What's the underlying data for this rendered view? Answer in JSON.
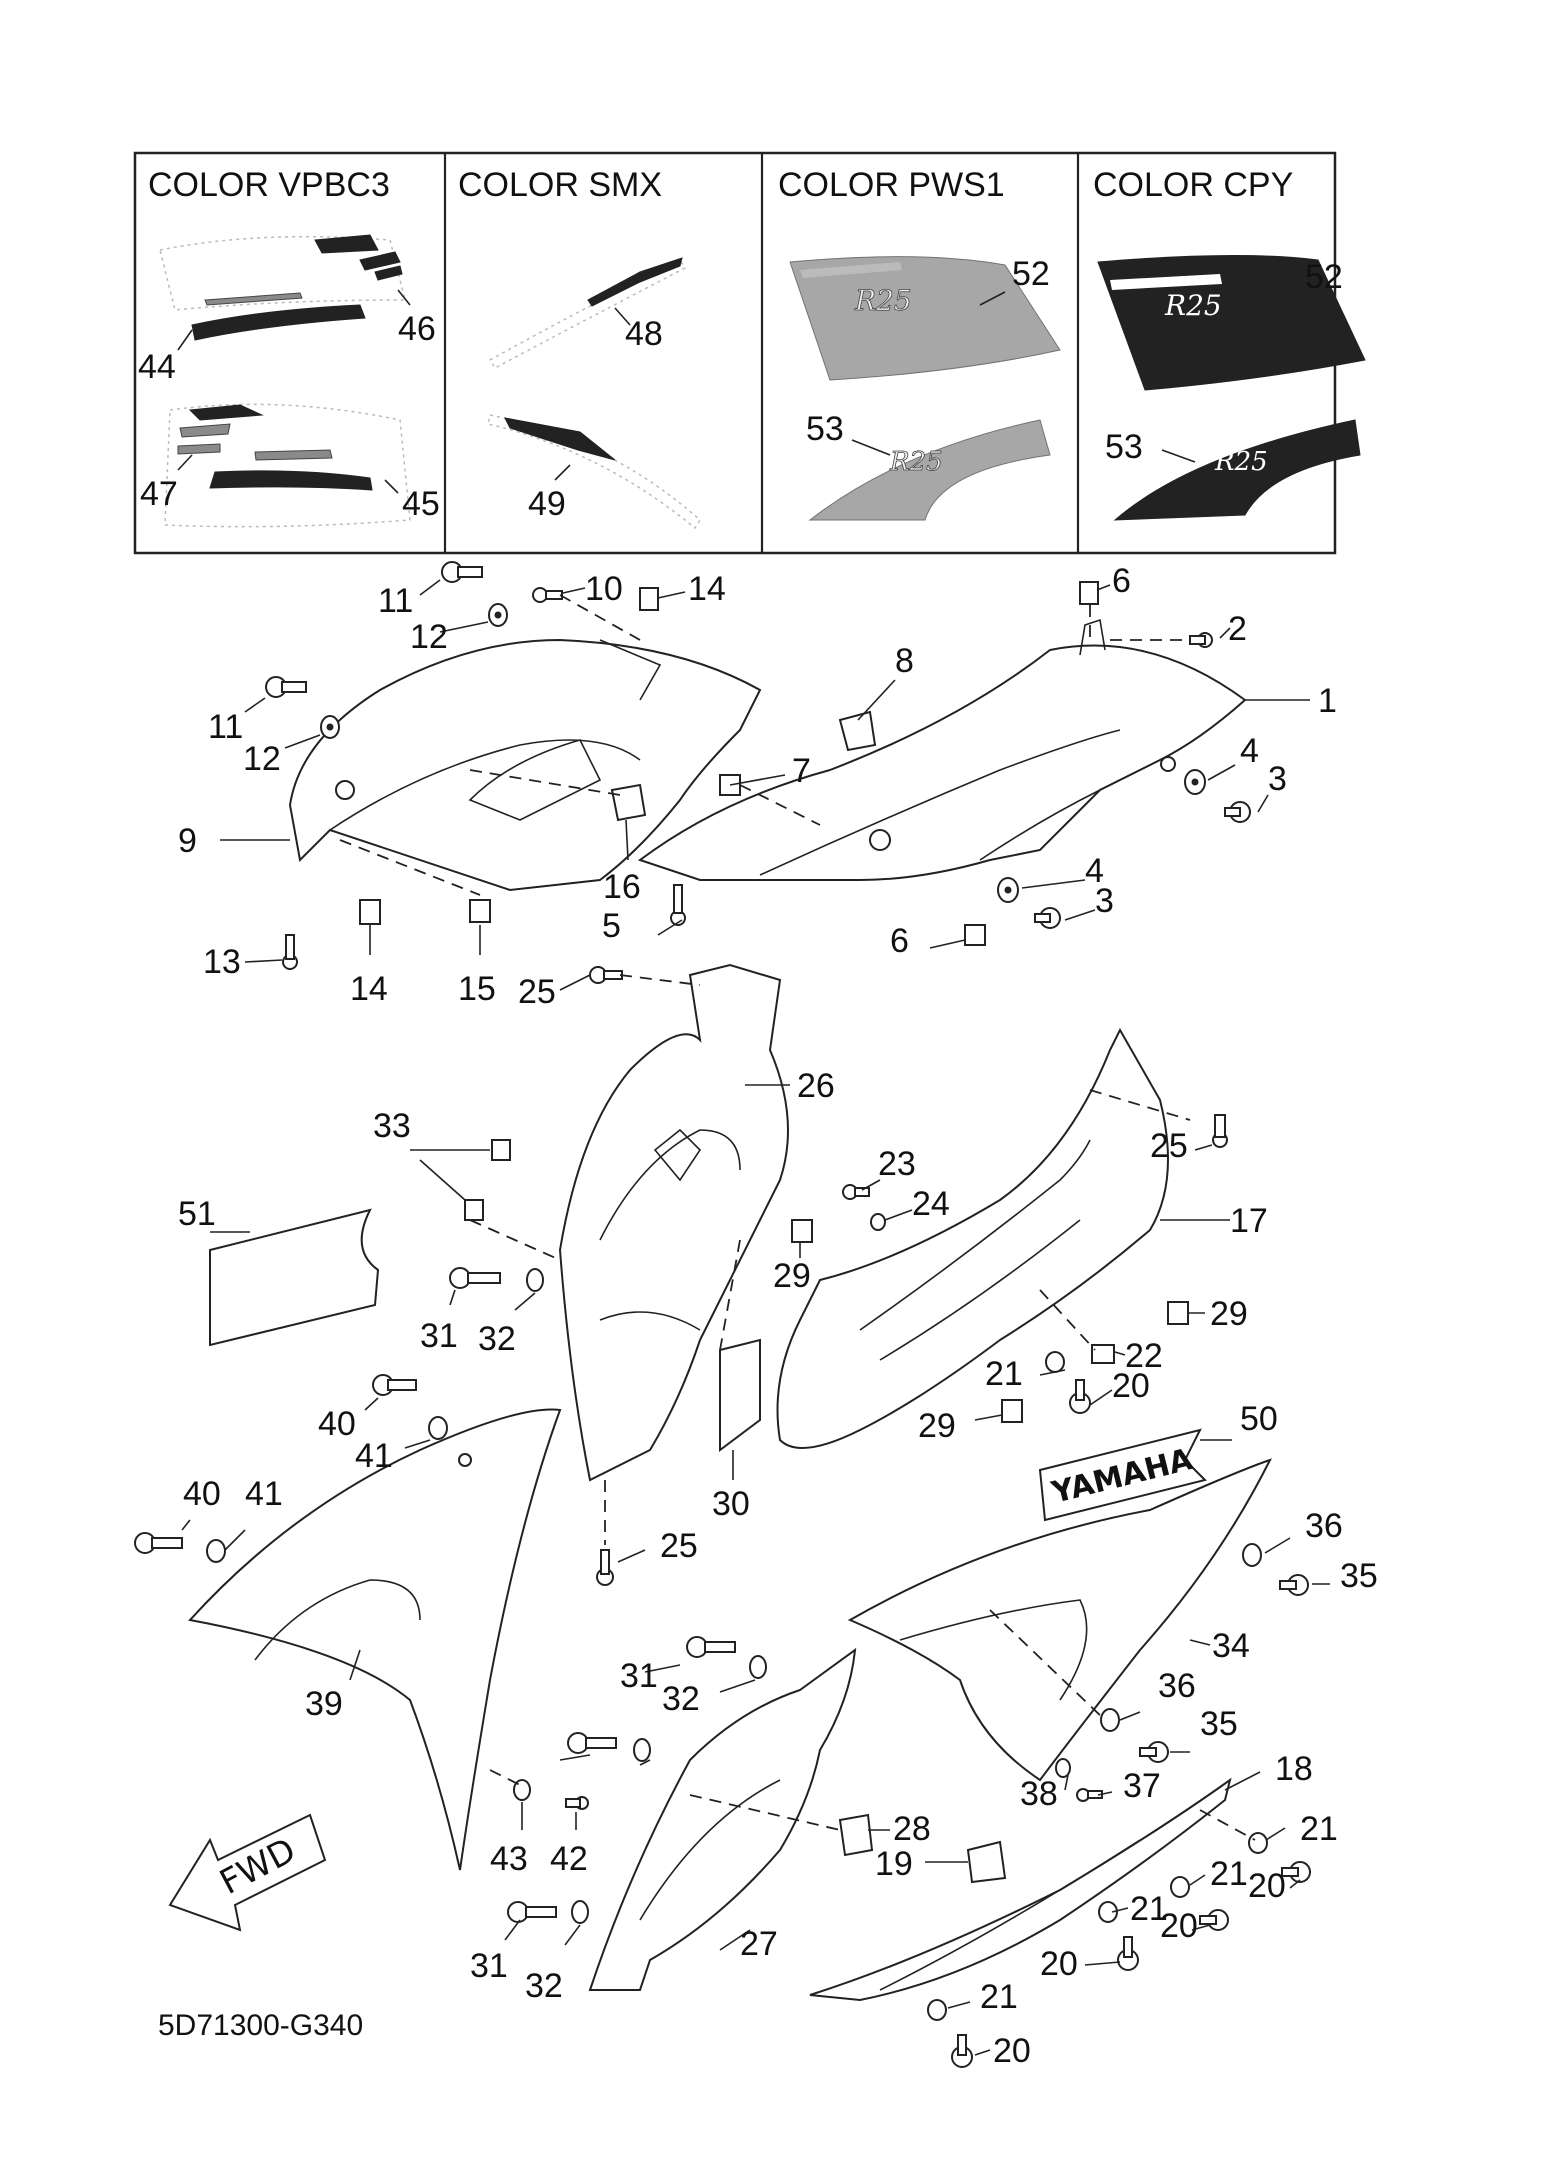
{
  "colors": {
    "line": "#222222",
    "background": "#ffffff",
    "decal_dark": "#222222",
    "decal_grey": "#8a8a8a"
  },
  "color_variants": [
    {
      "label": "COLOR VPBC3",
      "parts": [
        "44",
        "45",
        "46",
        "47"
      ]
    },
    {
      "label": "COLOR SMX",
      "parts": [
        "48",
        "49"
      ]
    },
    {
      "label": "COLOR PWS1",
      "parts": [
        "52",
        "53"
      ]
    },
    {
      "label": "COLOR CPY",
      "parts": [
        "52",
        "53"
      ]
    }
  ],
  "part_numbers": {
    "p1": "1",
    "p2": "2",
    "p3a": "3",
    "p3b": "3",
    "p4a": "4",
    "p4b": "4",
    "p5": "5",
    "p6a": "6",
    "p6b": "6",
    "p7": "7",
    "p8": "8",
    "p9": "9",
    "p10": "10",
    "p11a": "11",
    "p11b": "11",
    "p12a": "12",
    "p12b": "12",
    "p13": "13",
    "p14a": "14",
    "p14b": "14",
    "p15": "15",
    "p16": "16",
    "p17": "17",
    "p18": "18",
    "p19": "19",
    "p20a": "20",
    "p20b": "20",
    "p20c": "20",
    "p20d": "20",
    "p20e": "20",
    "p21a": "21",
    "p21b": "21",
    "p21c": "21",
    "p21d": "21",
    "p21e": "21",
    "p22": "22",
    "p23": "23",
    "p24": "24",
    "p25a": "25",
    "p25b": "25",
    "p25c": "25",
    "p26": "26",
    "p27": "27",
    "p28": "28",
    "p29a": "29",
    "p29b": "29",
    "p29c": "29",
    "p30": "30",
    "p31a": "31",
    "p31b": "31",
    "p31c": "31",
    "p32a": "32",
    "p32b": "32",
    "p32c": "32",
    "p33": "33",
    "p34": "34",
    "p35a": "35",
    "p35b": "35",
    "p36a": "36",
    "p36b": "36",
    "p37": "37",
    "p38": "38",
    "p39": "39",
    "p40a": "40",
    "p40b": "40",
    "p41a": "41",
    "p41b": "41",
    "p42": "42",
    "p43": "43",
    "p44": "44",
    "p45": "45",
    "p46": "46",
    "p47": "47",
    "p48": "48",
    "p49": "49",
    "p50": "50",
    "p51": "51",
    "p52a": "52",
    "p52b": "52",
    "p53a": "53",
    "p53b": "53"
  },
  "decal_text": {
    "brand": "YAMAHA",
    "fwd": "FWD"
  },
  "diagram_code": "5D71300-G340"
}
